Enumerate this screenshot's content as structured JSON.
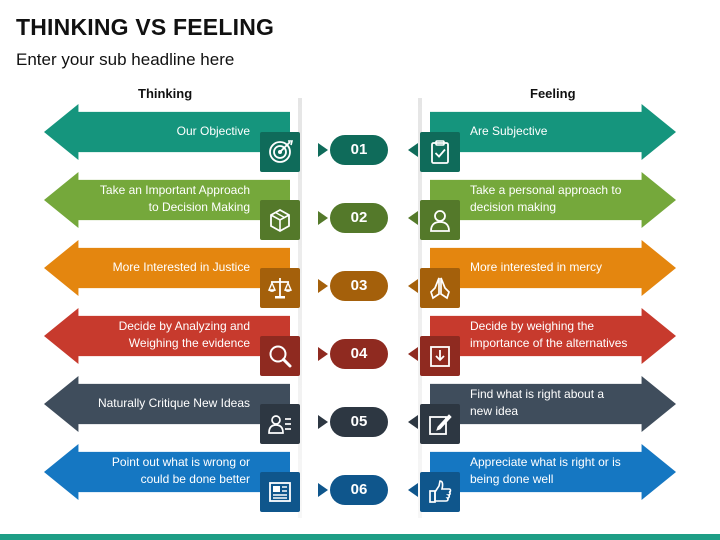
{
  "title": "THINKING VS FEELING",
  "subtitle": "Enter your sub headline here",
  "left_header": "Thinking",
  "right_header": "Feeling",
  "colors": {
    "teal": "#15957d",
    "green": "#75a83b",
    "orange": "#e4860f",
    "red": "#c73a2d",
    "slate": "#3f4d5c",
    "blue": "#1577c2",
    "bottom_bar": "#1e9e86"
  },
  "rows": [
    {
      "number": "01",
      "color": "teal",
      "left_lines": [
        "Our Objective"
      ],
      "right_lines": [
        "Are Subjective"
      ],
      "left_icon": "target-icon",
      "right_icon": "clipboard-check-icon"
    },
    {
      "number": "02",
      "color": "green",
      "left_lines": [
        "Take an Important Approach",
        "to Decision Making"
      ],
      "right_lines": [
        "Take a personal approach to",
        "decision making"
      ],
      "left_icon": "box-icon",
      "right_icon": "person-icon"
    },
    {
      "number": "03",
      "color": "orange",
      "left_lines": [
        "More Interested in Justice"
      ],
      "right_lines": [
        "More interested in mercy"
      ],
      "left_icon": "scales-icon",
      "right_icon": "praying-hands-icon"
    },
    {
      "number": "04",
      "color": "red",
      "left_lines": [
        "Decide by Analyzing and",
        "Weighing the evidence"
      ],
      "right_lines": [
        "Decide by weighing the",
        "importance of the alternatives"
      ],
      "left_icon": "magnifier-icon",
      "right_icon": "download-tray-icon"
    },
    {
      "number": "05",
      "color": "slate",
      "left_lines": [
        "Naturally Critique New Ideas"
      ],
      "right_lines": [
        "Find what is right about a",
        "new idea"
      ],
      "left_icon": "user-list-icon",
      "right_icon": "edit-icon"
    },
    {
      "number": "06",
      "color": "blue",
      "left_lines": [
        "Point out what is wrong or",
        "could be done better"
      ],
      "right_lines": [
        "Appreciate what is right or is",
        "being done well"
      ],
      "left_icon": "newspaper-icon",
      "right_icon": "thumbs-up-icon"
    }
  ]
}
